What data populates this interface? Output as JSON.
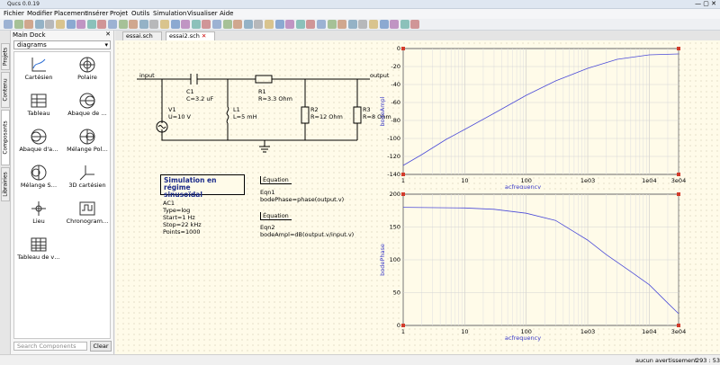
{
  "window": {
    "title": "Qucs 0.0.19"
  },
  "menubar": [
    "Fichier",
    "Modifier",
    "Placement",
    "Insérer",
    "Projet",
    "Outils",
    "Simulation",
    "Visualiser",
    "Aide"
  ],
  "dock": {
    "title": "Main Dock",
    "category": "diagrams",
    "items": [
      "Cartésien",
      "Polaire",
      "Tableau",
      "Abaque de …",
      "Abaque d'a…",
      "Mélange Pol…",
      "Mélange S…",
      "3D cartésien",
      "Lieu",
      "Chronogram…",
      "Tableau de v…"
    ],
    "search_placeholder": "Search Components",
    "clear_label": "Clear"
  },
  "side_tabs": [
    "Projets",
    "Contenu",
    "Composants",
    "Librairies"
  ],
  "doc_tabs": [
    "essai.sch",
    "essai2.sch"
  ],
  "schematic": {
    "labels": {
      "input": "input",
      "output": "output"
    },
    "components": [
      {
        "name": "C1",
        "value": "C=3.2 uF"
      },
      {
        "name": "R1",
        "value": "R=3.3 Ohm"
      },
      {
        "name": "V1",
        "value": "U=10 V"
      },
      {
        "name": "L1",
        "value": "L=5 mH"
      },
      {
        "name": "R2",
        "value": "R=12 Ohm"
      },
      {
        "name": "R3",
        "value": "R=8 Ohm"
      }
    ],
    "simulation": {
      "title_line1": "Simulation en régime",
      "title_line2": "sinusoïdal",
      "lines": [
        "AC1",
        "Type=log",
        "Start=1 Hz",
        "Stop=22 kHz",
        "Points=1000"
      ]
    },
    "equations": [
      {
        "header": "Équation",
        "name": "Eqn1",
        "expr": "bodePhase=phase(output.v)"
      },
      {
        "header": "Équation",
        "name": "Eqn2",
        "expr": "bodeAmpl=dB(output.v/input.v)"
      }
    ]
  },
  "chart_data": [
    {
      "type": "line",
      "title": "",
      "xlabel": "acfrequency",
      "ylabel": "bodeAmpl",
      "xscale": "log",
      "xlim": [
        1,
        30000
      ],
      "ylim": [
        -140,
        0
      ],
      "x_ticks": [
        "1",
        "10",
        "100",
        "1e03",
        "1e04",
        "3e04"
      ],
      "y_ticks": [
        "0",
        "-20",
        "-40",
        "-60",
        "-80",
        "-100",
        "-120",
        "-140"
      ],
      "grid": true,
      "series": [
        {
          "x": [
            1,
            2,
            5,
            10,
            30,
            100,
            300,
            1000,
            3000,
            10000,
            30000
          ],
          "y": [
            -130,
            -118,
            -101,
            -90,
            -72,
            -52,
            -36,
            -22,
            -12,
            -7,
            -6
          ]
        }
      ]
    },
    {
      "type": "line",
      "title": "",
      "xlabel": "acfrequency",
      "ylabel": "bodePhase",
      "xscale": "log",
      "xlim": [
        1,
        30000
      ],
      "ylim": [
        0,
        200
      ],
      "x_ticks": [
        "1",
        "10",
        "100",
        "1e03",
        "1e04",
        "3e04"
      ],
      "y_ticks": [
        "200",
        "150",
        "100",
        "50",
        "0"
      ],
      "grid": true,
      "series": [
        {
          "x": [
            1,
            10,
            30,
            100,
            300,
            1000,
            2000,
            5000,
            10000,
            20000,
            30000
          ],
          "y": [
            180,
            179,
            177,
            171,
            160,
            130,
            108,
            82,
            62,
            34,
            18
          ]
        }
      ]
    }
  ],
  "status": {
    "warnings": "aucun avertissement",
    "coords": "293 : 53"
  }
}
